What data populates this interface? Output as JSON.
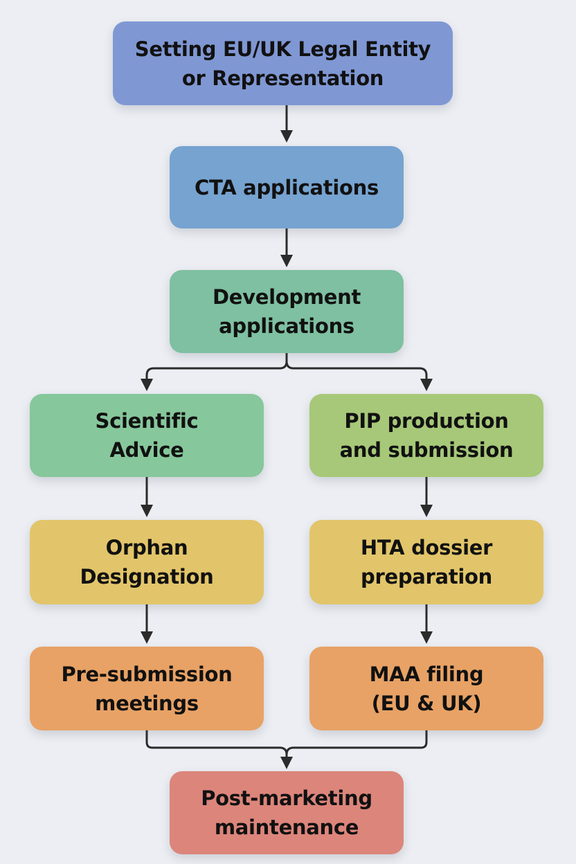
{
  "diagram": {
    "type": "flowchart",
    "direction": "top-to-bottom",
    "nodes": [
      {
        "id": "n1",
        "label": "Setting EU/UK Legal Entity\nor Representation",
        "color": "#7f97d3"
      },
      {
        "id": "n2",
        "label": "CTA applications",
        "color": "#76a3d0"
      },
      {
        "id": "n3",
        "label": "Development\napplications",
        "color": "#7ec0a1"
      },
      {
        "id": "n4",
        "label": "Scientific\nAdvice",
        "color": "#86c79b"
      },
      {
        "id": "n5",
        "label": "PIP production\nand submission",
        "color": "#a6c878"
      },
      {
        "id": "n6",
        "label": "Orphan\nDesignation",
        "color": "#e2c56a"
      },
      {
        "id": "n7",
        "label": "HTA dossier\npreparation",
        "color": "#e2c56a"
      },
      {
        "id": "n8",
        "label": "Pre-submission\nmeetings",
        "color": "#e8a265"
      },
      {
        "id": "n9",
        "label": "MAA filing\n(EU & UK)",
        "color": "#e8a265"
      },
      {
        "id": "n10",
        "label": "Post-marketing\nmaintenance",
        "color": "#dc857b"
      }
    ],
    "edges": [
      {
        "from": "n1",
        "to": "n2"
      },
      {
        "from": "n2",
        "to": "n3"
      },
      {
        "from": "n3",
        "to": "n4"
      },
      {
        "from": "n3",
        "to": "n5"
      },
      {
        "from": "n4",
        "to": "n6"
      },
      {
        "from": "n5",
        "to": "n7"
      },
      {
        "from": "n6",
        "to": "n8"
      },
      {
        "from": "n7",
        "to": "n9"
      },
      {
        "from": "n8",
        "to": "n10"
      },
      {
        "from": "n9",
        "to": "n10"
      }
    ],
    "colors": {
      "background": "#eceef3",
      "arrow": "#2b2b2b",
      "text": "#111111"
    }
  }
}
